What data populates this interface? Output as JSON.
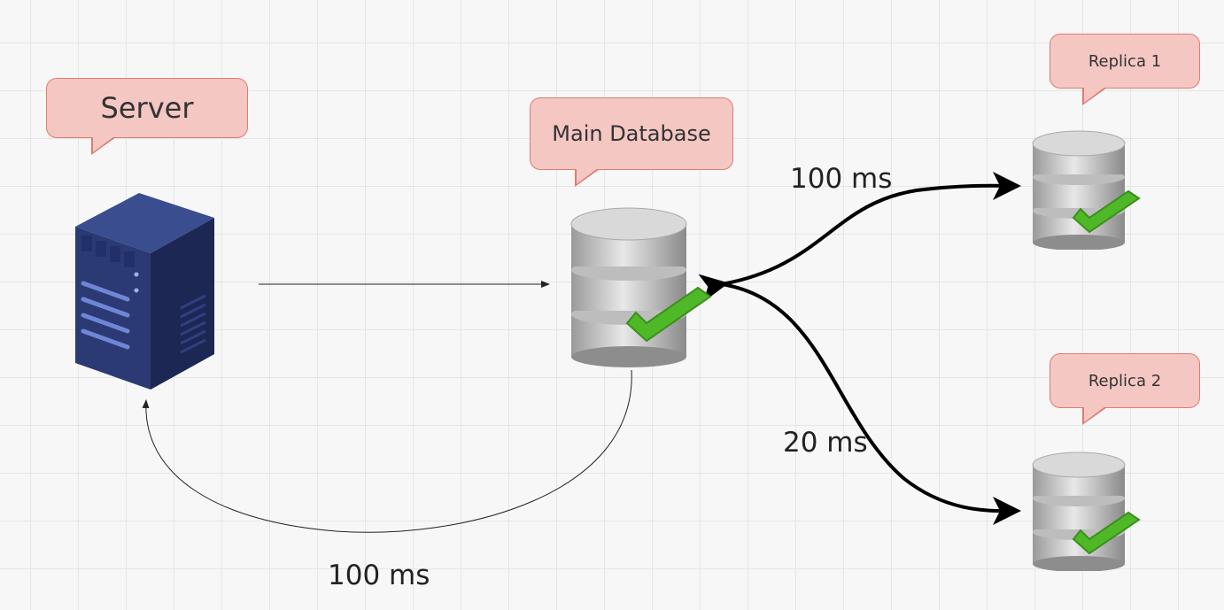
{
  "nodes": {
    "server": {
      "label": "Server"
    },
    "main_db": {
      "label": "Main Database"
    },
    "replica1": {
      "label": "Replica 1"
    },
    "replica2": {
      "label": "Replica 2"
    }
  },
  "edges": {
    "db_to_replica1_latency": "100 ms",
    "db_to_replica2_latency": "20 ms",
    "db_to_server_latency": "100 ms"
  },
  "colors": {
    "bubble_fill": "#f4c7c3",
    "bubble_border": "#e07b70",
    "server_body": "#2b3a73",
    "check_green": "#4fb827"
  }
}
